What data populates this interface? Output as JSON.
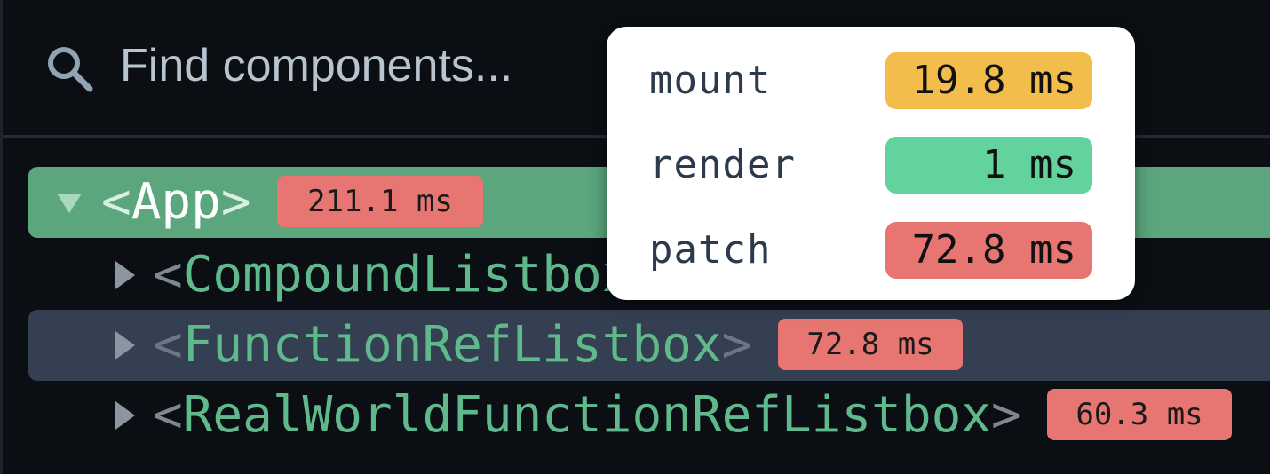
{
  "search": {
    "placeholder": "Find components..."
  },
  "tree": {
    "rows": [
      {
        "name": "App",
        "open_bracket": "<",
        "close_bracket": ">",
        "time": "211.1 ms",
        "expanded": true,
        "selected": true
      },
      {
        "name": "CompoundListbox",
        "open_bracket": "<",
        "close_bracket": ">",
        "time": "",
        "expanded": false
      },
      {
        "name": "FunctionRefListbox",
        "open_bracket": "<",
        "close_bracket": ">",
        "time": "72.8 ms",
        "expanded": false,
        "hovered": true
      },
      {
        "name": "RealWorldFunctionRefListbox",
        "open_bracket": "<",
        "close_bracket": ">",
        "time": "60.3 ms",
        "expanded": false
      }
    ]
  },
  "tooltip": {
    "items": [
      {
        "label": "mount",
        "value": "19.8 ms",
        "color": "#f2bd4b"
      },
      {
        "label": "render",
        "value": "1 ms",
        "color": "#63d39e"
      },
      {
        "label": "patch",
        "value": "72.8 ms",
        "color": "#e77672"
      }
    ]
  },
  "colors": {
    "background": "#0b0f14",
    "selected_row": "#5ba67d",
    "hovered_row": "#344052",
    "component_name": "#60b98c",
    "slow_badge": "#e77672"
  },
  "icons": {
    "search": "search-icon",
    "expanded": "triangle-down-icon",
    "collapsed": "triangle-right-icon"
  }
}
